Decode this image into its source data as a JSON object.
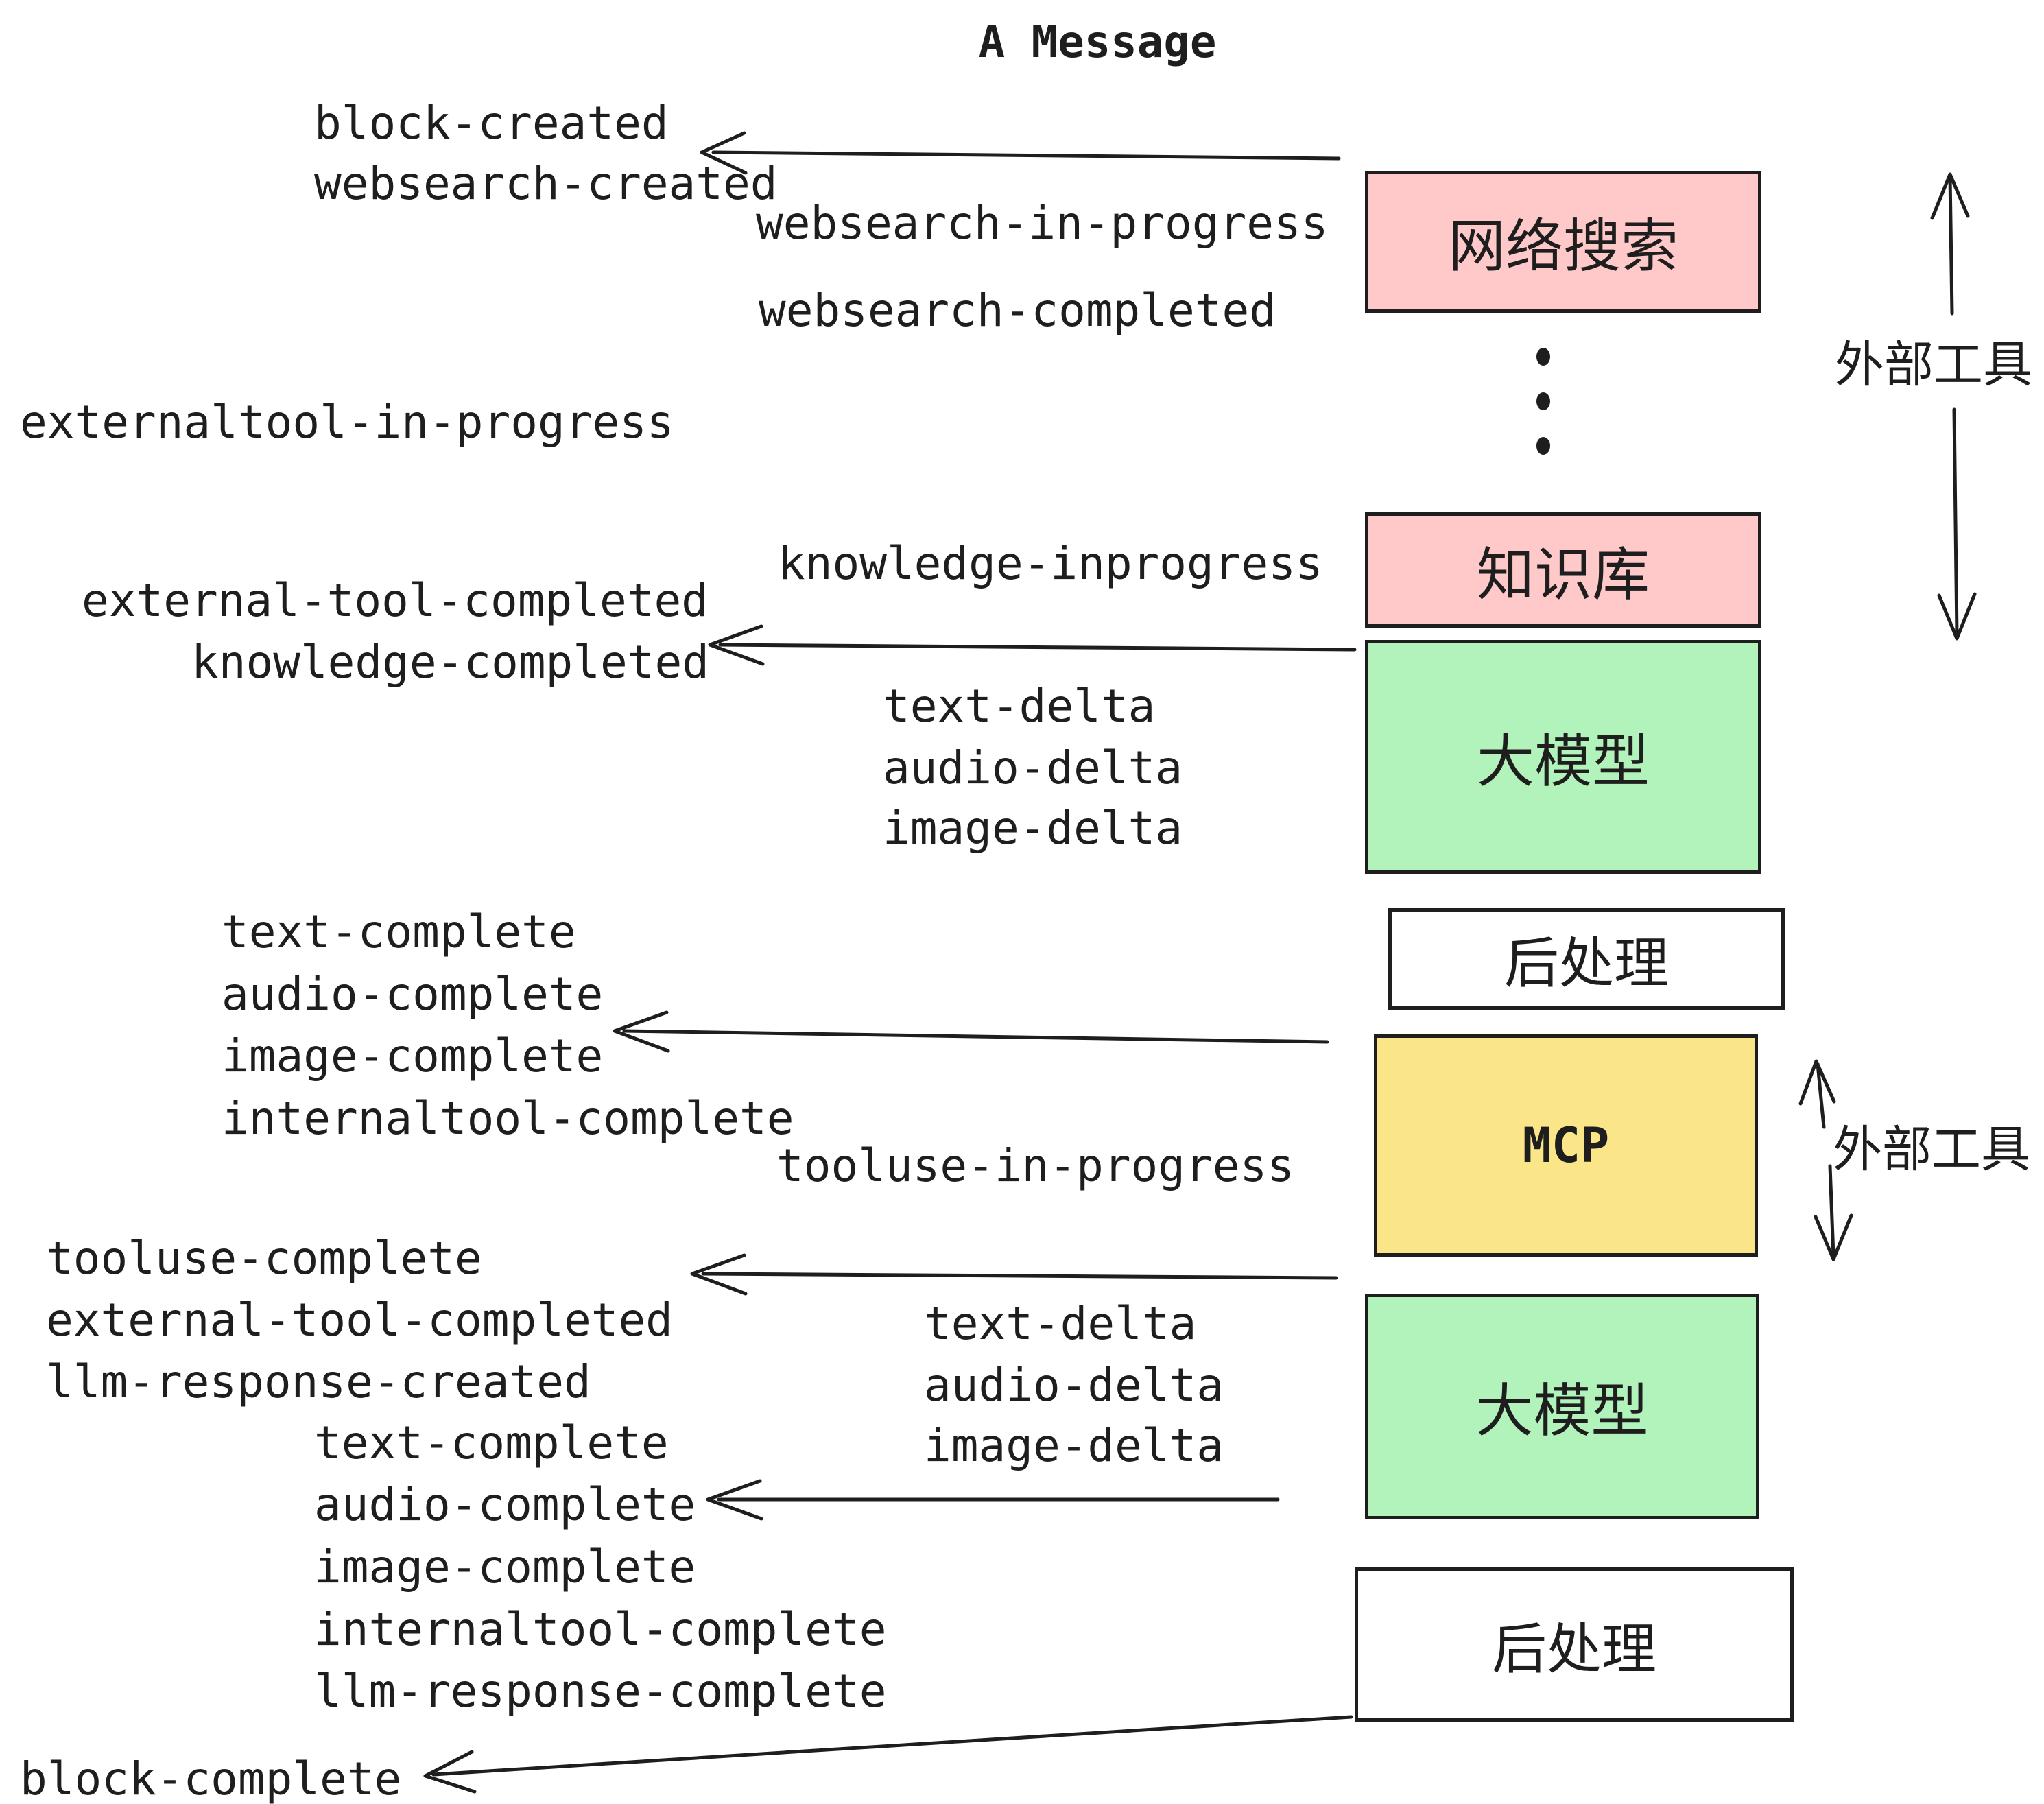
{
  "title": "A Message",
  "colors": {
    "ink": "#1e1e1e",
    "pink": "#ffc9c9",
    "green": "#b2f2bb",
    "yellow": "#fae588",
    "white": "#ffffff"
  },
  "boxes": [
    {
      "id": "websearch",
      "label": "网络搜索",
      "color": "#ffc9c9"
    },
    {
      "id": "knowledge",
      "label": "知识库",
      "color": "#ffc9c9"
    },
    {
      "id": "llm-1",
      "label": "大模型",
      "color": "#b2f2bb"
    },
    {
      "id": "post-1",
      "label": "后处理",
      "color": "#ffffff"
    },
    {
      "id": "mcp",
      "label": "MCP",
      "color": "#fae588"
    },
    {
      "id": "llm-2",
      "label": "大模型",
      "color": "#b2f2bb"
    },
    {
      "id": "post-2",
      "label": "后处理",
      "color": "#ffffff"
    }
  ],
  "side_labels": [
    {
      "label": "外部工具"
    },
    {
      "label": "外部工具"
    }
  ],
  "events": [
    {
      "text": "block-created"
    },
    {
      "text": "websearch-created"
    },
    {
      "text": "websearch-in-progress"
    },
    {
      "text": "websearch-completed"
    },
    {
      "text": "externaltool-in-progress"
    },
    {
      "text": "knowledge-inprogress"
    },
    {
      "text": "external-tool-completed"
    },
    {
      "text": "knowledge-completed"
    },
    {
      "text": "text-delta"
    },
    {
      "text": "audio-delta"
    },
    {
      "text": "image-delta"
    },
    {
      "text": "text-complete"
    },
    {
      "text": "audio-complete"
    },
    {
      "text": "image-complete"
    },
    {
      "text": "internaltool-complete"
    },
    {
      "text": "tooluse-in-progress"
    },
    {
      "text": "tooluse-complete"
    },
    {
      "text": "external-tool-completed"
    },
    {
      "text": "llm-response-created"
    },
    {
      "text": "text-complete"
    },
    {
      "text": "audio-complete"
    },
    {
      "text": "image-complete"
    },
    {
      "text": "internaltool-complete"
    },
    {
      "text": "llm-response-complete"
    },
    {
      "text": "block-complete"
    },
    {
      "text": "text-delta"
    },
    {
      "text": "audio-delta"
    },
    {
      "text": "image-delta"
    }
  ]
}
